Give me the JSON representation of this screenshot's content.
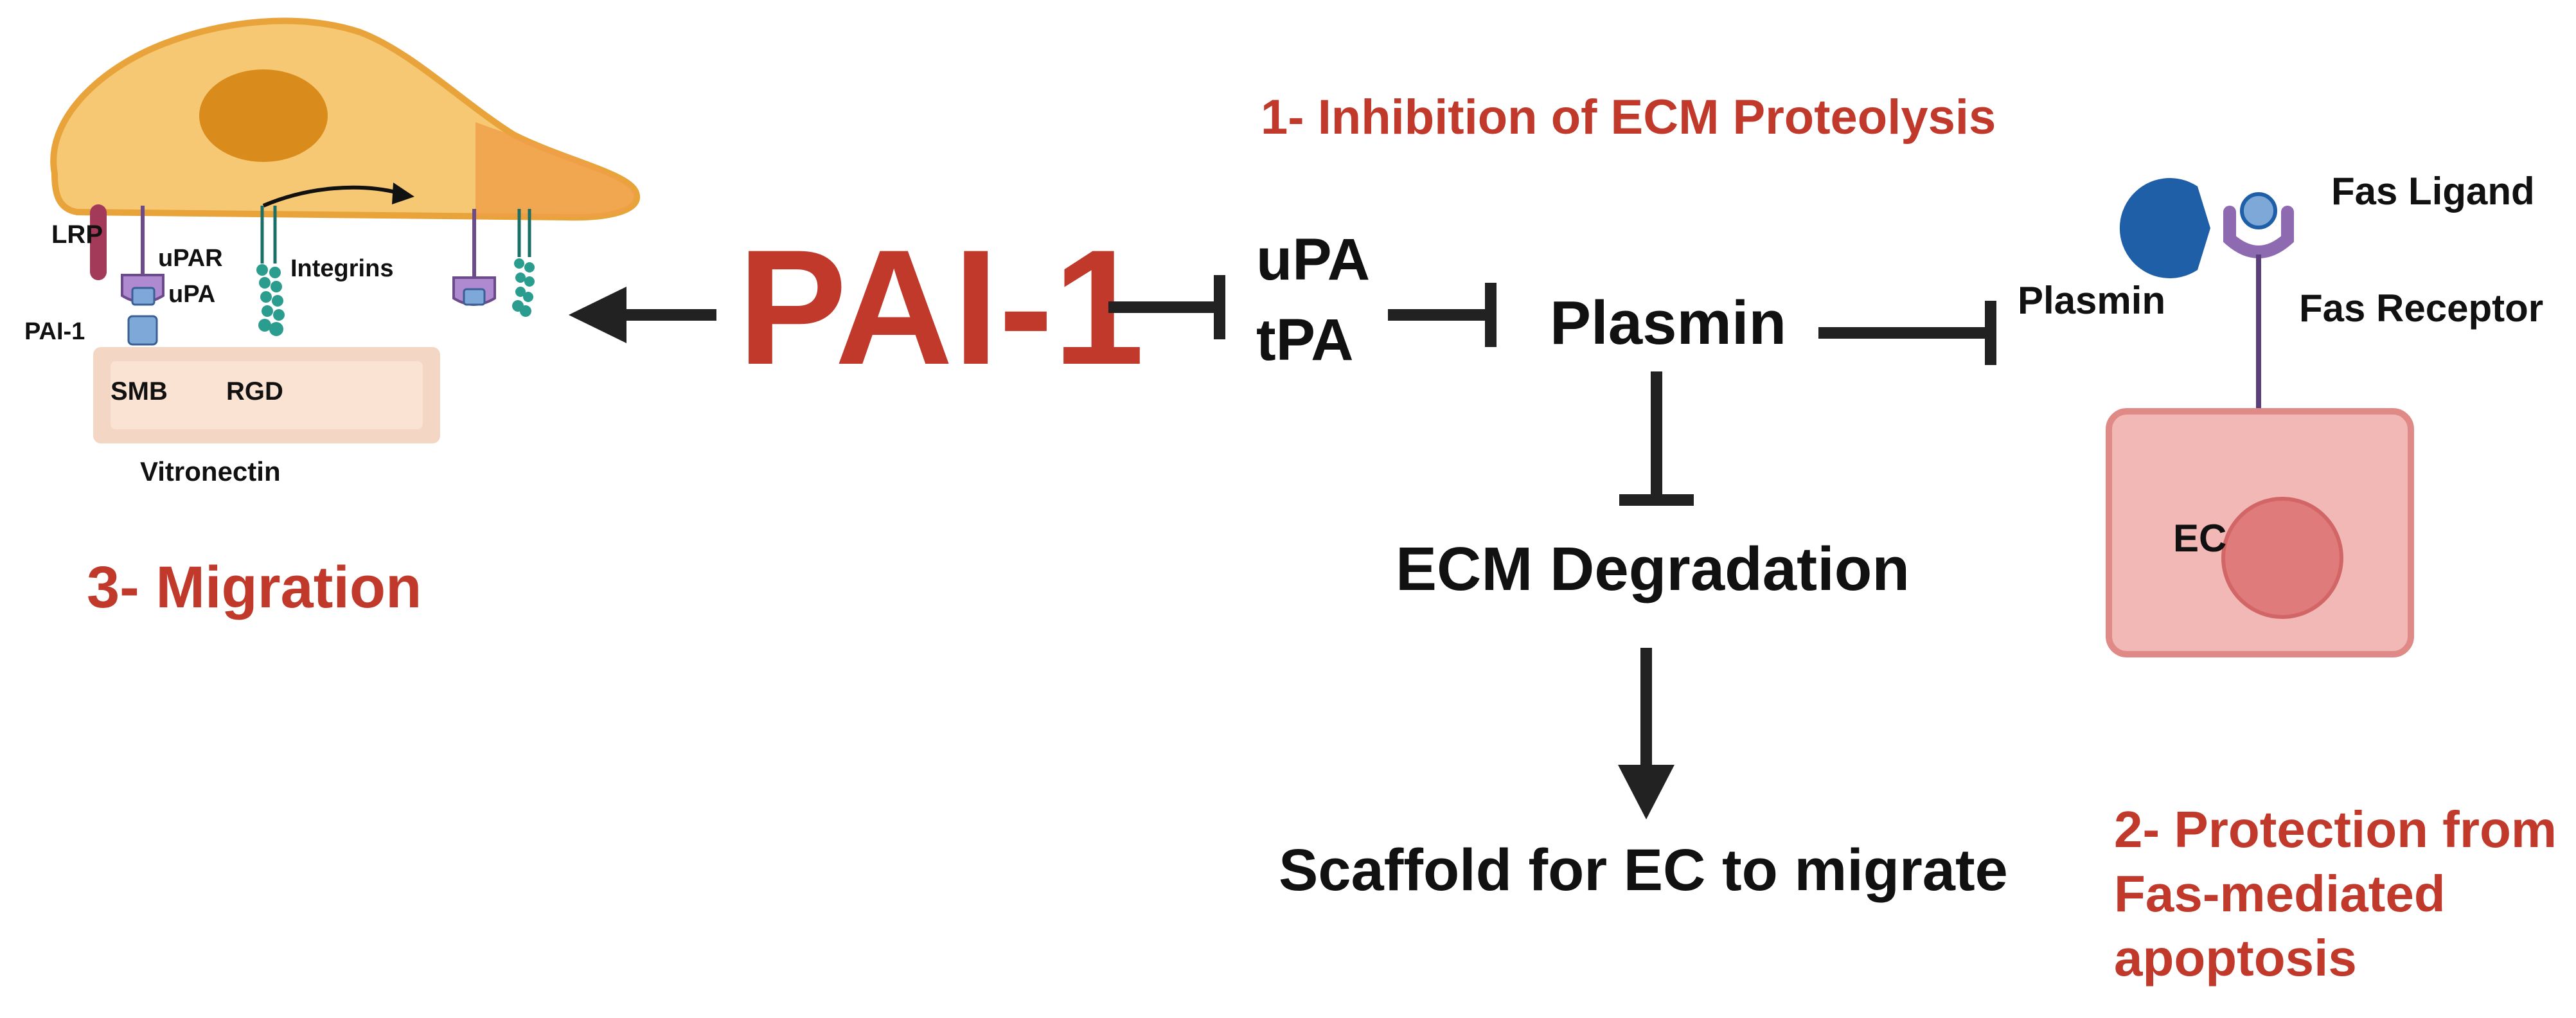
{
  "title": "PAI-1",
  "sections": {
    "inhibition": "1- Inhibition of ECM Proteolysis",
    "protection": [
      "2- Protection from",
      "Fas-mediated",
      "apoptosis"
    ],
    "migration": "3- Migration"
  },
  "pathway": {
    "upa": "uPA",
    "tpa": "tPA",
    "plasmin": "Plasmin",
    "ecm_degradation": "ECM Degradation",
    "scaffold": "Scaffold for EC to migrate"
  },
  "fas_panel": {
    "plasmin": "Plasmin",
    "fas_ligand": "Fas Ligand",
    "fas_receptor": "Fas Receptor",
    "ec": "EC"
  },
  "cell_panel": {
    "lrp": "LRP",
    "upar": "uPAR",
    "upa": "uPA",
    "pai1": "PAI-1",
    "integrins": "Integrins",
    "smb": "SMB",
    "rgd": "RGD",
    "vitronectin": "Vitronectin"
  },
  "colors": {
    "title_red": "#c0392b",
    "cell_fill": "#f7c873",
    "cell_edge": "#e8a43a",
    "nucleus": "#d98b1c",
    "ec_fill": "#f2b8b5",
    "ec_nucleus": "#e07b7b",
    "vitronectin": "#fbe3d3",
    "receptor_purple": "#8e6bb0",
    "ligand_blue": "#1f5fa8",
    "integrin_teal": "#2a9d8f"
  }
}
